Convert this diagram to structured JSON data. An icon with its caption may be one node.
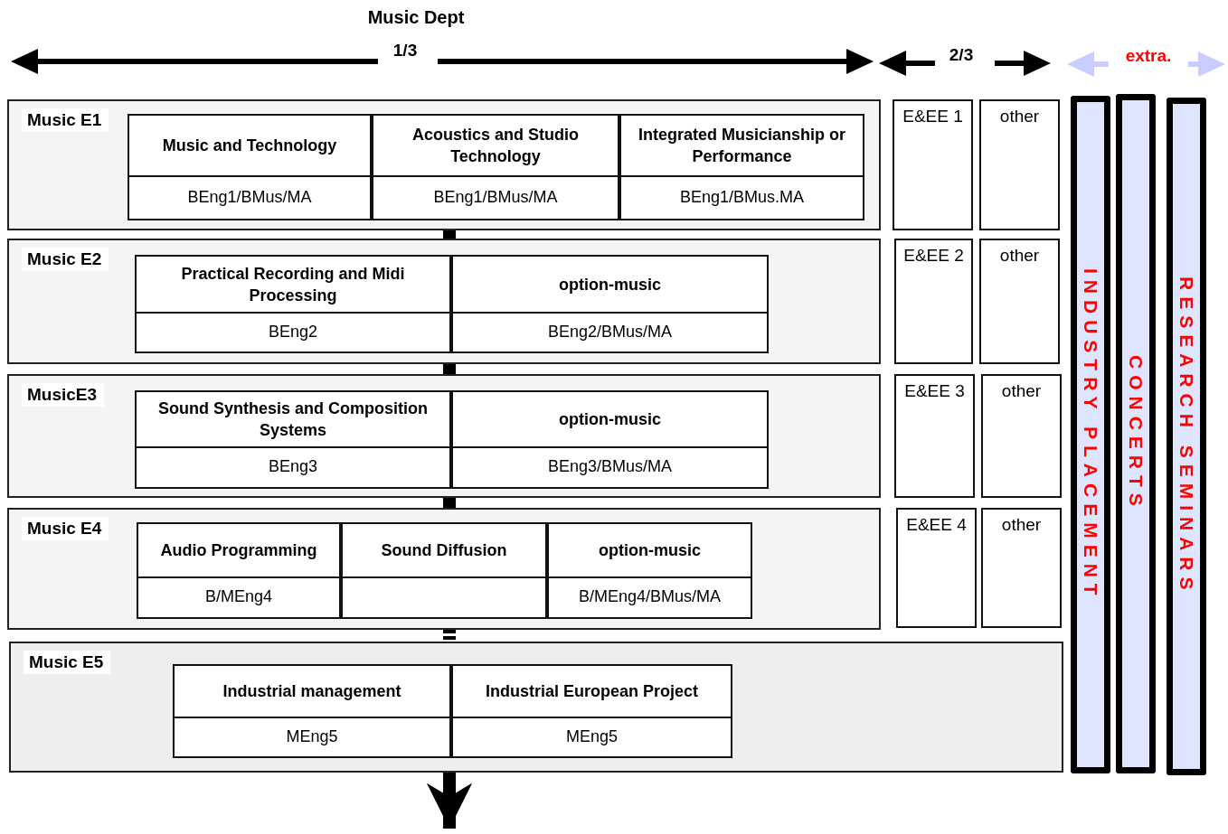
{
  "diagram": {
    "nodes": [
      {
        "text": [
          "Music E1"
        ]
      },
      {
        "text": [
          "Music and Technology",
          "BEng1/BMus/MA"
        ],
        "in": 0
      },
      {
        "text": [
          "Acoustics and Studio Technology",
          "BEng1/BMus/MA"
        ],
        "in": 0
      },
      {
        "text": [
          "Integrated Musicianship or Performance",
          "BEng1/BMus.MA"
        ],
        "in": 0
      },
      {
        "text": [
          "E&EE 1"
        ]
      },
      {
        "text": [
          "other"
        ]
      },
      {
        "text": [
          "Music E2"
        ]
      },
      {
        "text": [
          "Practical Recording and Midi Processing",
          "BEng2"
        ],
        "in": 6
      },
      {
        "text": [
          "option-music",
          "BEng2/BMus/MA"
        ],
        "in": 6
      },
      {
        "text": [
          "E&EE 2"
        ]
      },
      {
        "text": [
          "other"
        ]
      },
      {
        "text": [
          "MusicE3"
        ]
      },
      {
        "text": [
          "Sound Synthesis and Composition Systems",
          "BEng3"
        ],
        "in": 11
      },
      {
        "text": [
          "option-music",
          "BEng3/BMus/MA"
        ],
        "in": 11
      },
      {
        "text": [
          "E&EE 3"
        ]
      },
      {
        "text": [
          "other"
        ]
      },
      {
        "text": [
          "Music E4"
        ]
      },
      {
        "text": [
          "Audio Programming",
          "B/MEng4"
        ],
        "in": 16
      },
      {
        "text": [
          "Sound Diffusion"
        ],
        "in": 16
      },
      {
        "text": [
          "option-music",
          "B/MEng4/BMus/MA"
        ],
        "in": 16
      },
      {
        "text": [
          "E&EE 4"
        ]
      },
      {
        "text": [
          "other"
        ]
      },
      {
        "text": [
          "Music E5"
        ]
      },
      {
        "text": [
          "Industrial management",
          "MEng5"
        ],
        "in": 22
      },
      {
        "text": [
          "Industrial European Project",
          "MEng5"
        ],
        "in": 22
      },
      {
        "text": [
          "INDUSTRY PLACEMENT"
        ]
      },
      {
        "text": [
          "CONCERTS"
        ]
      },
      {
        "text": [
          "RESEARCH SEMINARS"
        ]
      }
    ],
    "edges": [
      {
        "from": 0,
        "to": 6,
        "arrow": "none"
      },
      {
        "from": 6,
        "to": 11,
        "arrow": "none"
      },
      {
        "from": 11,
        "to": 16,
        "arrow": "none"
      },
      {
        "from": 16,
        "to": 22,
        "arrow": "none",
        "style": "dashed"
      },
      {
        "from": 22,
        "to": null,
        "arrow": "to"
      }
    ],
    "labels": [
      "Music Dept",
      "1/3",
      "2/3",
      "extra."
    ]
  }
}
